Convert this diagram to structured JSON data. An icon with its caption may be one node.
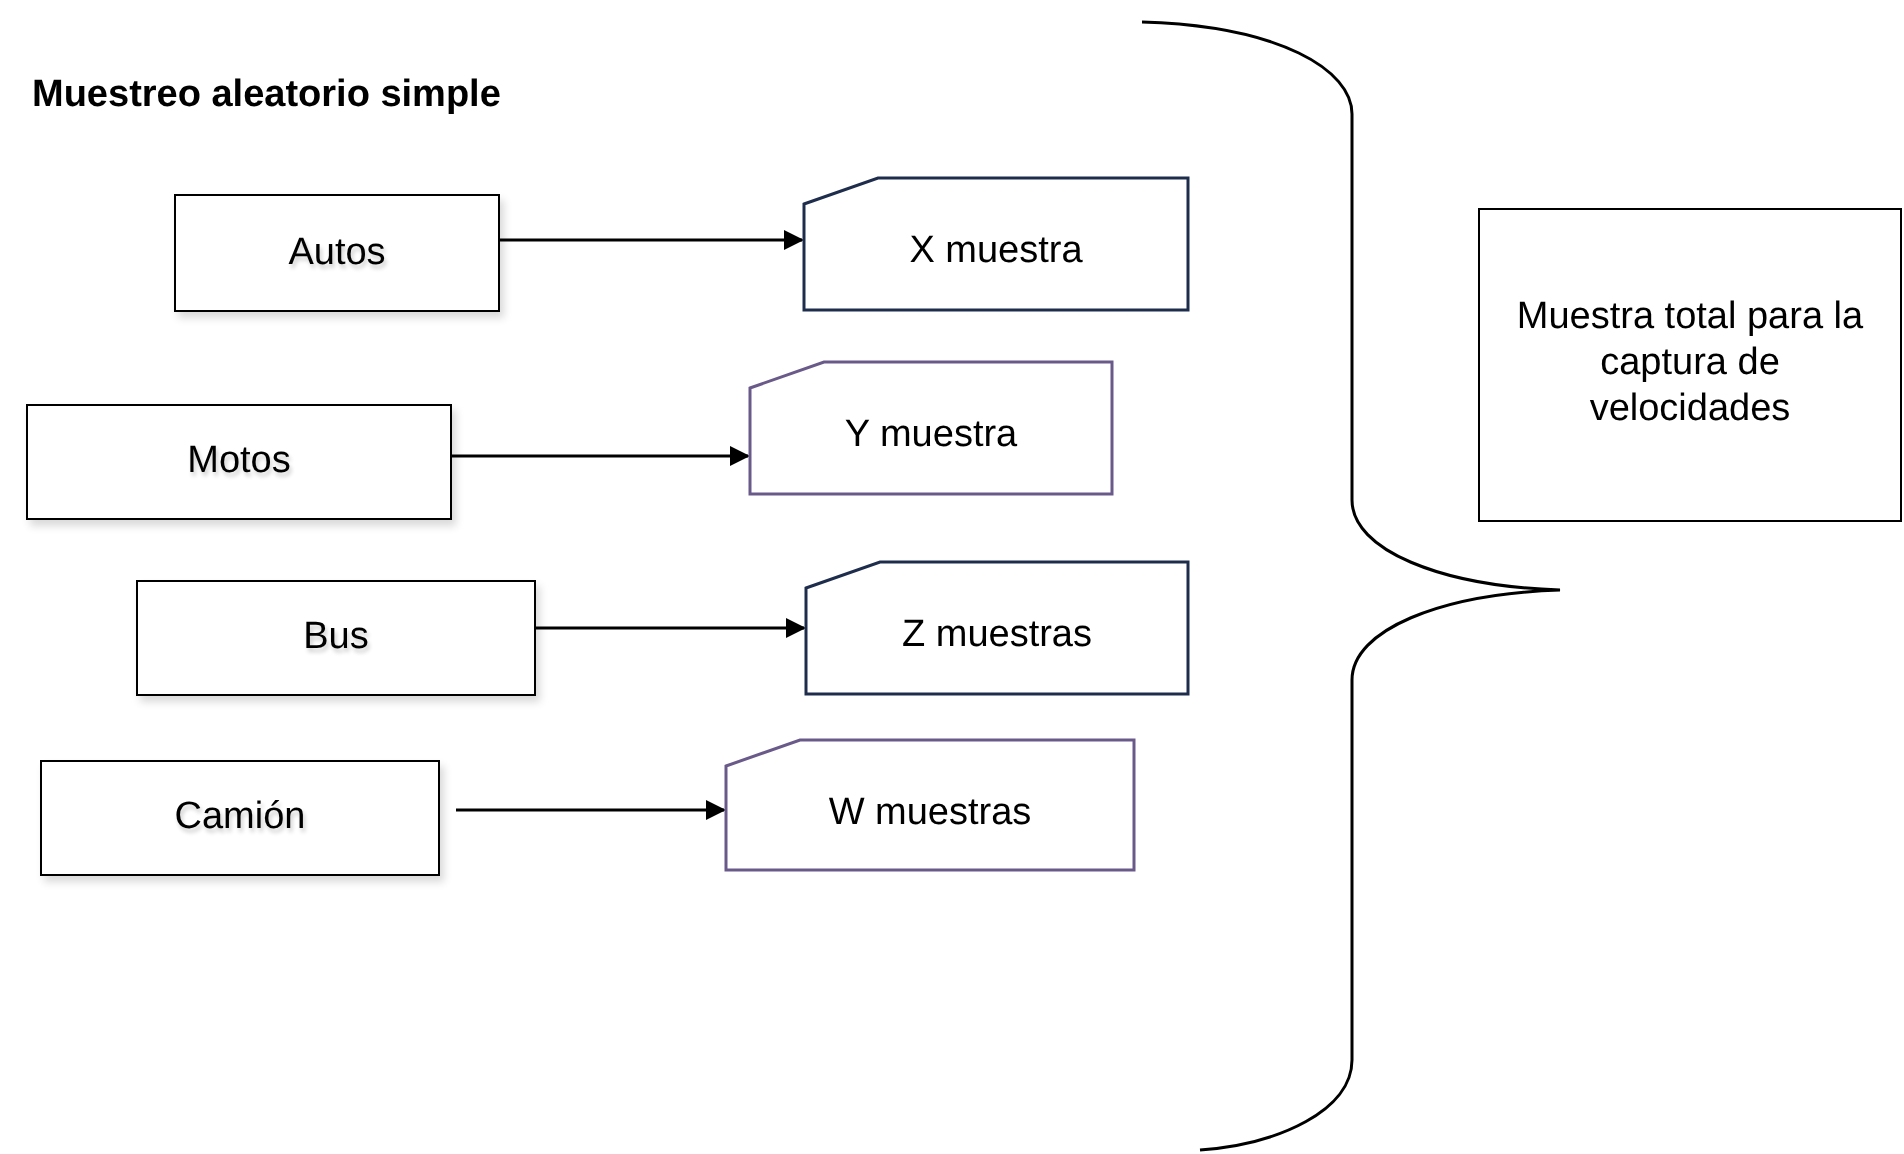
{
  "diagram": {
    "title": "Muestreo aleatorio simple",
    "nodes": [
      {
        "text": [
          "Autos"
        ]
      },
      {
        "text": [
          "X muestra"
        ]
      },
      {
        "text": [
          "Motos"
        ]
      },
      {
        "text": [
          "Y muestra"
        ]
      },
      {
        "text": [
          "Bus"
        ]
      },
      {
        "text": [
          "Z muestras"
        ]
      },
      {
        "text": [
          "Camión"
        ]
      },
      {
        "text": [
          "W muestras"
        ]
      },
      {
        "text": [
          "Muestra total para la captura de velocidades"
        ]
      }
    ],
    "edges": [
      {
        "from": 0,
        "to": 1,
        "arrow": "to"
      },
      {
        "from": 2,
        "to": 3,
        "arrow": "to"
      },
      {
        "from": 4,
        "to": 5,
        "arrow": "to"
      },
      {
        "from": 6,
        "to": 7,
        "arrow": "to"
      }
    ]
  }
}
